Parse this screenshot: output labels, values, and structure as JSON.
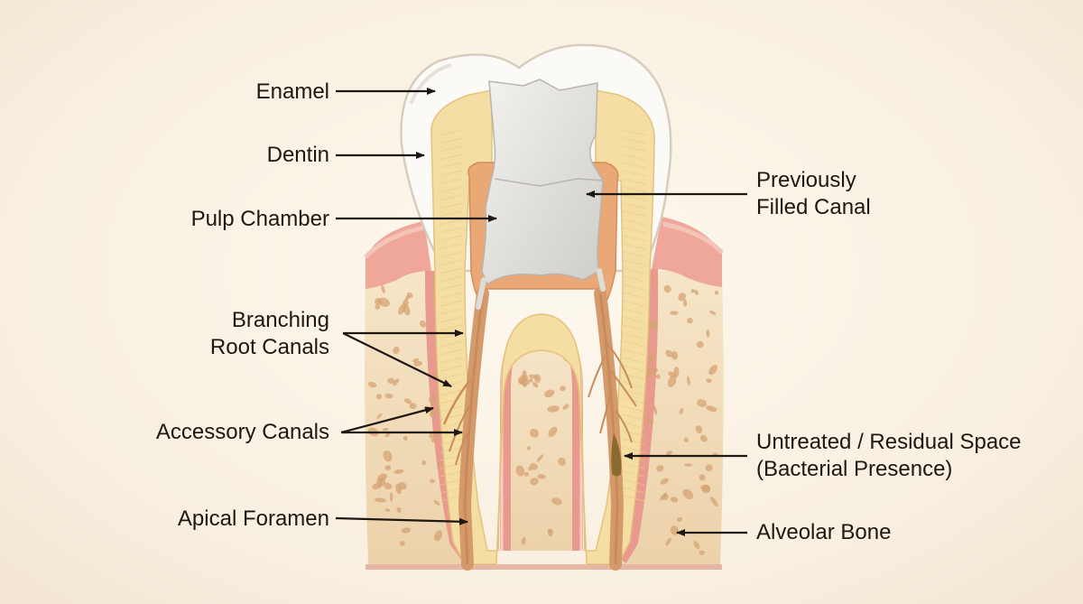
{
  "labels": {
    "enamel": "Enamel",
    "dentin": "Dentin",
    "pulp_chamber": "Pulp Chamber",
    "branching_root_canals": [
      "Branching",
      "Root Canals"
    ],
    "accessory_canals": "Accessory Canals",
    "apical_foramen": "Apical Foramen",
    "previously_filled_canal": [
      "Previously",
      "Filled Canal"
    ],
    "untreated_residual_space": [
      "Untreated / Residual Space",
      "(Bacterial Presence)"
    ],
    "alveolar_bone": "Alveolar Bone"
  },
  "colors": {
    "background": "#fbf4e7",
    "enamel": "#fbfaf6",
    "dentin": "#f5dea4",
    "pulp": "#e9a875",
    "filling": "#dedcd8",
    "gum": "#eea79a",
    "bone": "#f2dcba",
    "bone_pores": "#d5a373",
    "canal": "#c98b5b",
    "residual": "#8a6a2e",
    "text": "#1e1712"
  }
}
